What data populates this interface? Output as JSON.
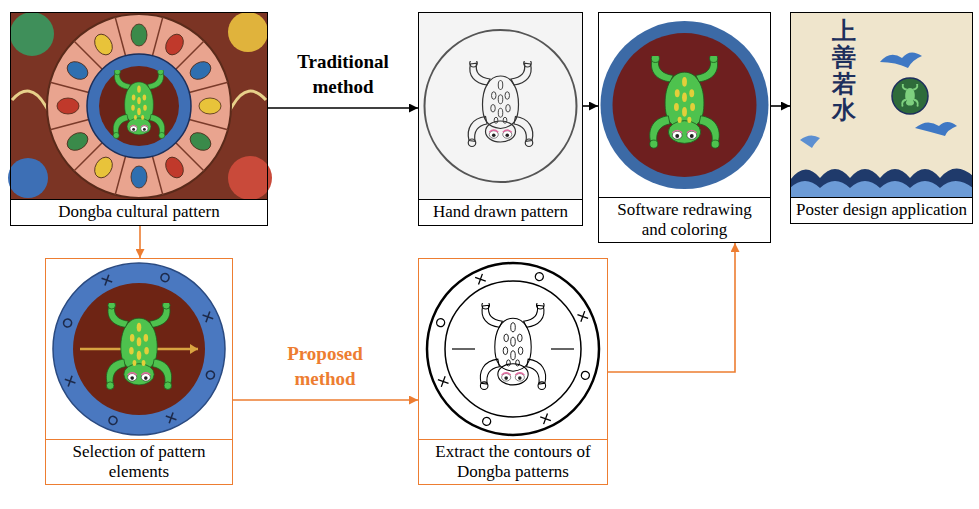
{
  "diagram": {
    "nodes": [
      {
        "text": [
          "Dongba cultural pattern"
        ]
      },
      {
        "text": [
          "Hand drawn pattern"
        ]
      },
      {
        "text": [
          "Software redrawing and coloring"
        ]
      },
      {
        "text": [
          "Poster design application"
        ]
      },
      {
        "text": [
          "Selection of pattern elements"
        ]
      },
      {
        "text": [
          "Extract the contours of Dongba patterns"
        ]
      }
    ],
    "edges": [
      {
        "from": 0,
        "to": 1,
        "arrow": "to",
        "label": "Traditional method"
      },
      {
        "from": 1,
        "to": 2,
        "arrow": "to"
      },
      {
        "from": 2,
        "to": 3,
        "arrow": "to"
      },
      {
        "from": 0,
        "to": 4,
        "arrow": "to"
      },
      {
        "from": 4,
        "to": 5,
        "arrow": "to",
        "label": "Proposed method"
      },
      {
        "from": 5,
        "to": 2,
        "arrow": "to"
      }
    ],
    "labels": [
      "上善若水"
    ]
  }
}
